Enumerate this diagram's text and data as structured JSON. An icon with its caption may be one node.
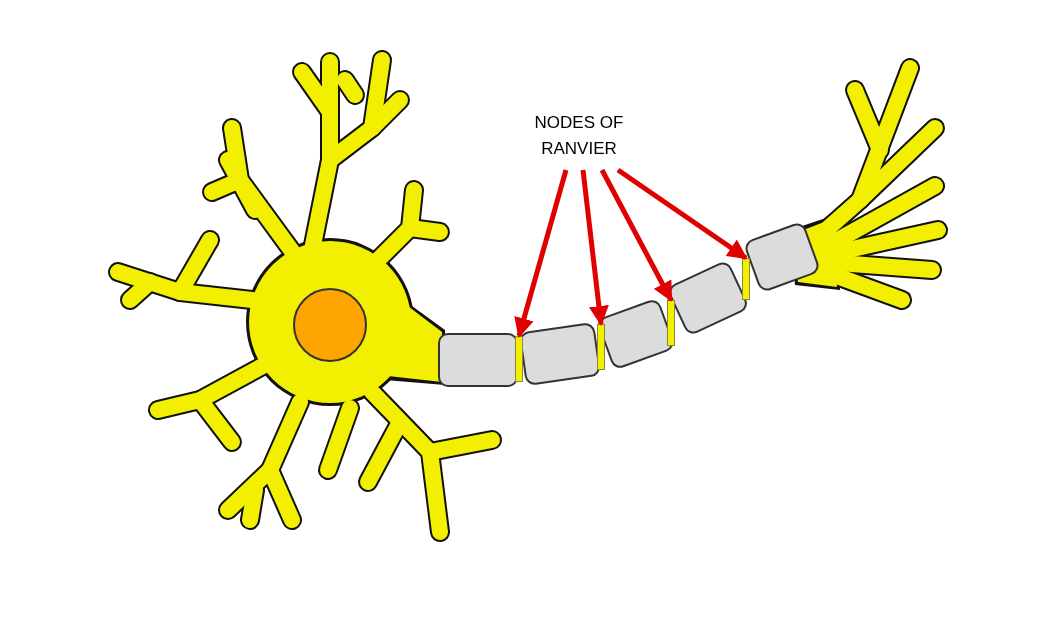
{
  "diagram": {
    "nodes": [
      {
        "text": [
          "NODES OF RANVIER"
        ]
      },
      {
        "text": [],
        "shape": "bar"
      },
      {
        "text": [],
        "shape": "bar"
      },
      {
        "text": [],
        "shape": "bar"
      },
      {
        "text": [],
        "shape": "bar"
      }
    ],
    "edges": [
      {
        "from": 0,
        "to": 1,
        "arrow": "to"
      },
      {
        "from": 0,
        "to": 2,
        "arrow": "to"
      },
      {
        "from": 0,
        "to": 3,
        "arrow": "to"
      },
      {
        "from": 0,
        "to": 4,
        "arrow": "to"
      }
    ]
  }
}
